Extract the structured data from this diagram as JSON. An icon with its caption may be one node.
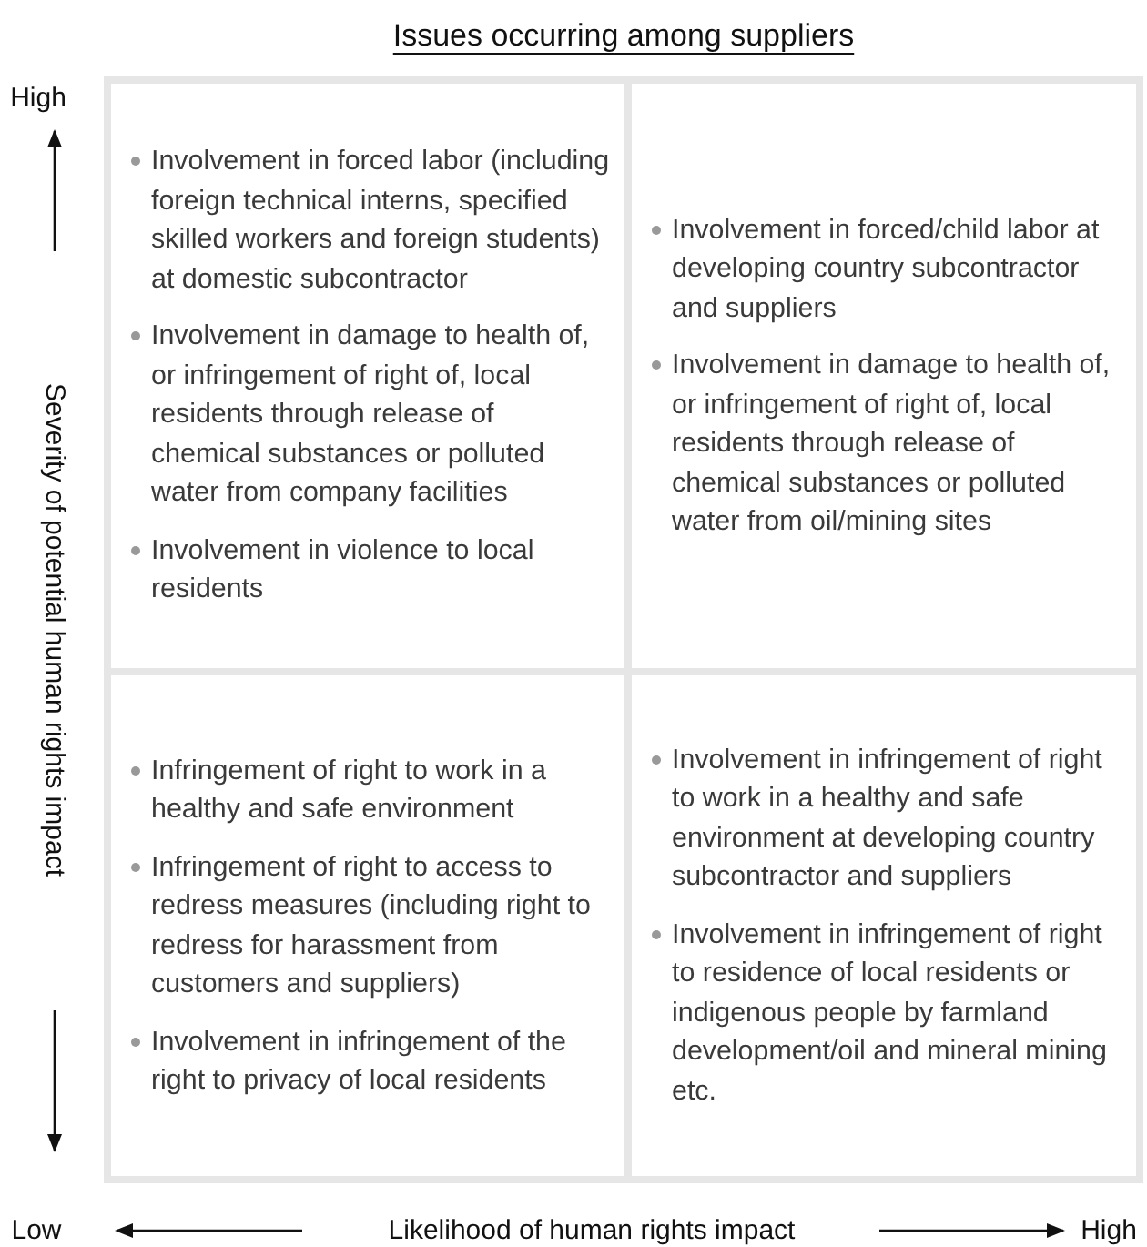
{
  "diagram": {
    "title": "Issues occurring among suppliers",
    "nodes": [
      {
        "text": [
          "Involvement in forced labor (including foreign technical interns, specified skilled workers and foreign students) at domestic subcontractor",
          "Involvement in damage to health of, or infringement of right of, local residents through release of chemical substances or polluted water from company facilities",
          "Involvement in violence to local residents"
        ]
      },
      {
        "text": [
          "Involvement in forced/child labor at developing country subcontractor and suppliers",
          "Involvement in damage to health of, or infringement of right of, local residents through release of chemical substances or polluted water from oil/mining sites"
        ]
      },
      {
        "text": [
          "Infringement of right to work in a healthy and safe environment",
          "Infringement of right to access to redress measures (including right to redress for harassment from customers and suppliers)",
          "Involvement in infringement of the right to privacy of local residents"
        ]
      },
      {
        "text": [
          "Involvement in infringement of right to work in a healthy and safe environment at developing country subcontractor and suppliers",
          "Involvement in infringement of right to residence of local residents or indigenous people by farmland development/oil and mineral mining etc."
        ]
      }
    ],
    "labels": [
      "High",
      "Severity of potential human rights impact",
      "Low",
      "Likelihood of human rights impact",
      "High"
    ]
  }
}
